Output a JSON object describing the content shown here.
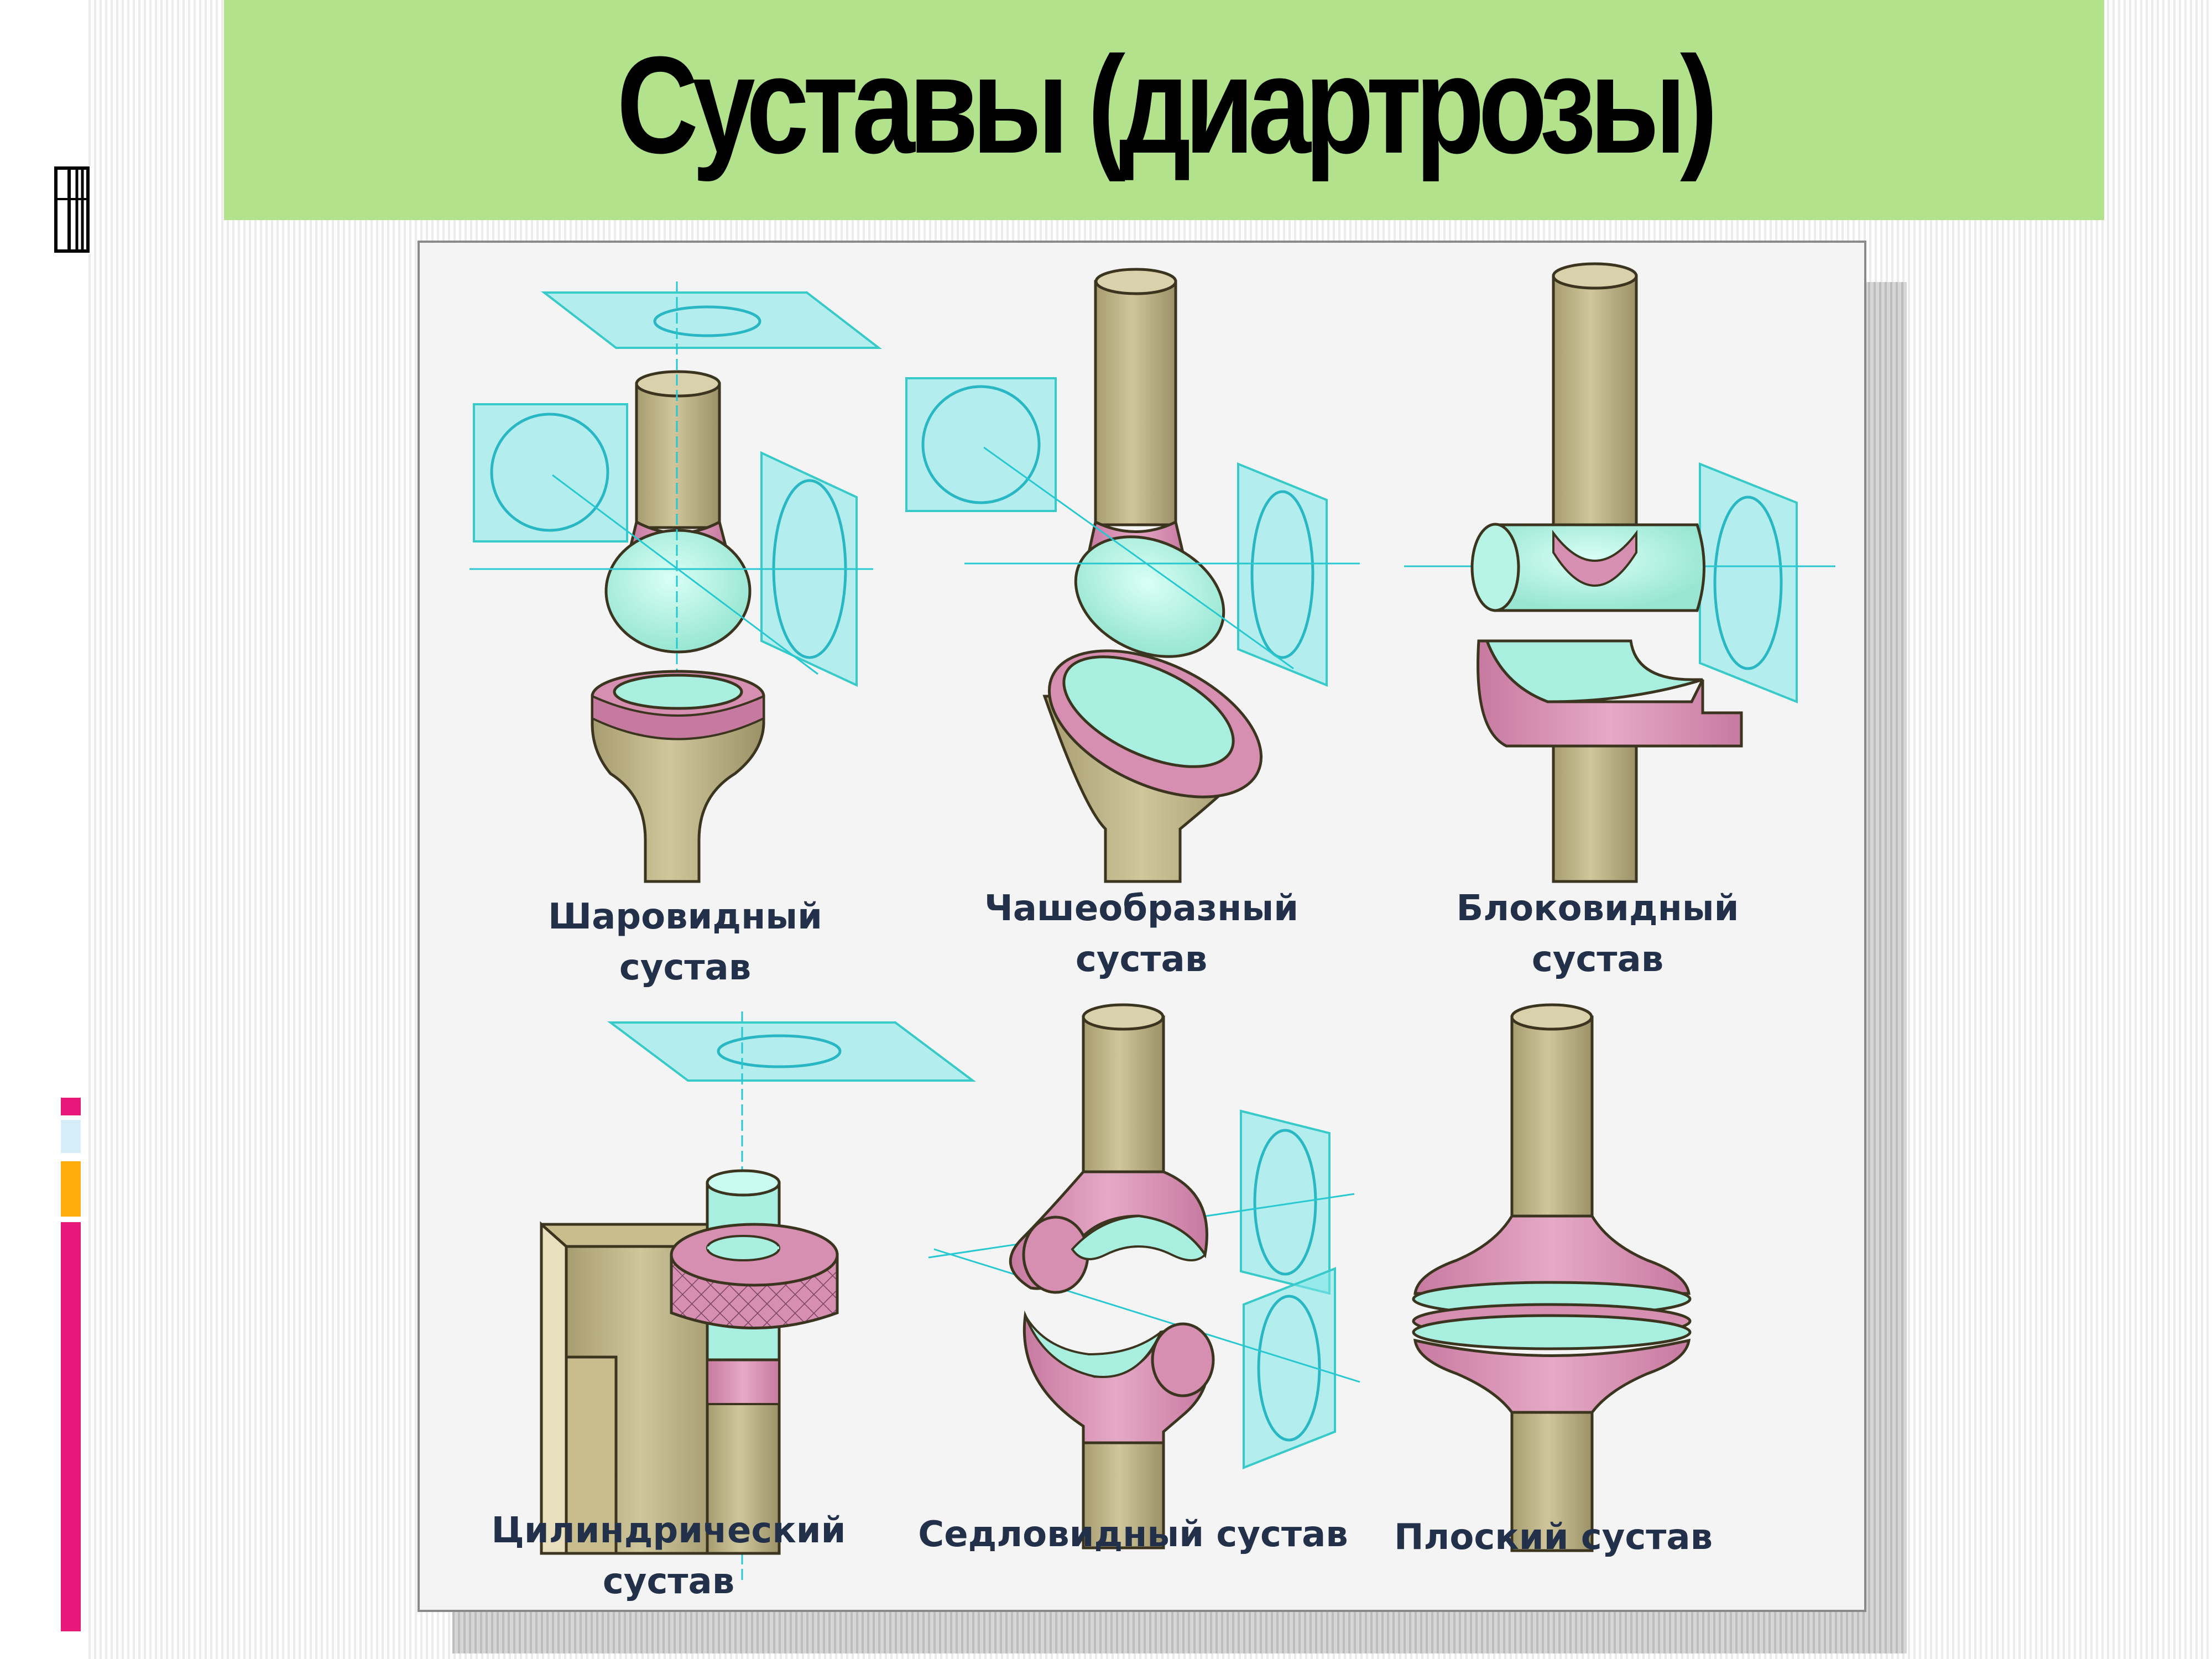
{
  "slide": {
    "title": "Суставы (диартрозы)",
    "colors": {
      "title_band": "#b3e28d",
      "bone": "#bdb38a",
      "cartilage": "#d68fb0",
      "articular_surface": "#a8efe0",
      "axis_plane": "#7fe8e8",
      "accent_pink": "#e8187a",
      "accent_orange": "#ffad0a",
      "accent_lightblue": "#d6eef8"
    }
  },
  "diagram": {
    "joints": [
      {
        "label_line1": "Шаровидный",
        "label_line2": "сустав"
      },
      {
        "label_line1": "Чашеобразный",
        "label_line2": "сустав"
      },
      {
        "label_line1": "Блоковидный",
        "label_line2": "сустав"
      },
      {
        "label_line1": "Цилиндрический",
        "label_line2": "сустав"
      },
      {
        "label_line1": "Седловидный сустав",
        "label_line2": ""
      },
      {
        "label_line1": "Плоский сустав",
        "label_line2": ""
      }
    ]
  }
}
